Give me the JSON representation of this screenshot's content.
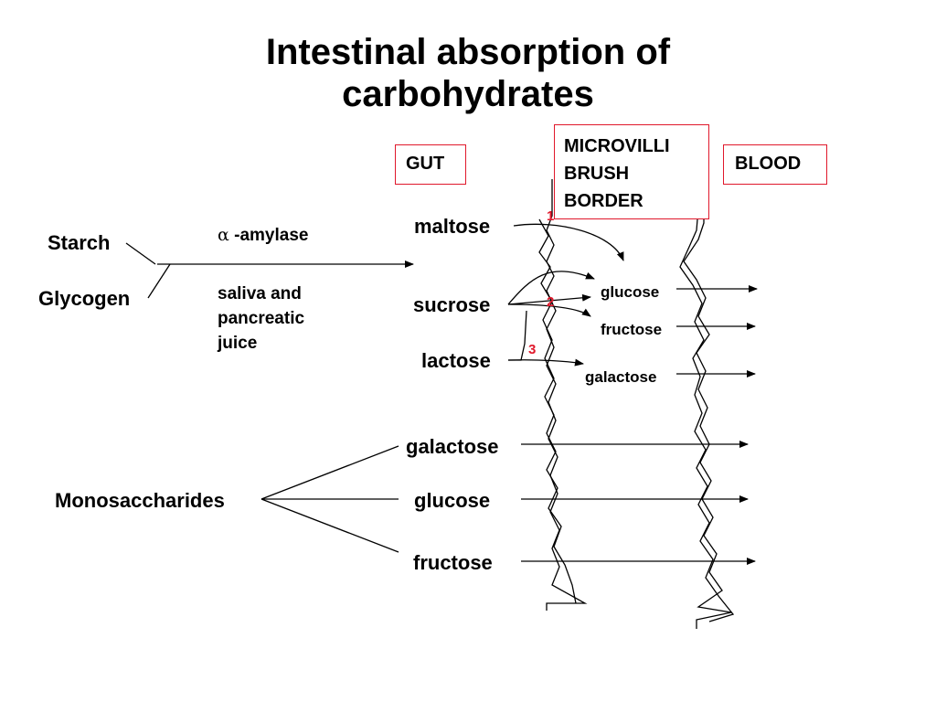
{
  "title": {
    "line1": "Intestinal absorption of",
    "line2": "carbohydrates"
  },
  "regions": {
    "gut": "GUT",
    "microvilli": [
      "MICROVILLI",
      "BRUSH",
      "BORDER"
    ],
    "blood": "BLOOD"
  },
  "polysaccharides": {
    "starch": "Starch",
    "glycogen": "Glycogen"
  },
  "enzyme": {
    "alpha_symbol": "α",
    "name": "-amylase",
    "source_lines": [
      "saliva and",
      "pancreatic",
      "juice"
    ]
  },
  "disaccharides": {
    "maltose": "maltose",
    "sucrose": "sucrose",
    "lactose": "lactose"
  },
  "brush_products": {
    "glucose": "glucose",
    "fructose": "fructose",
    "galactose": "galactose"
  },
  "enzyme_numbers": [
    "1",
    "2",
    "3"
  ],
  "monosaccharides": {
    "label": "Monosaccharides",
    "items": [
      "galactose",
      "glucose",
      "fructose"
    ]
  },
  "colors": {
    "accent_red": "#e0182b",
    "line": "#000000"
  }
}
